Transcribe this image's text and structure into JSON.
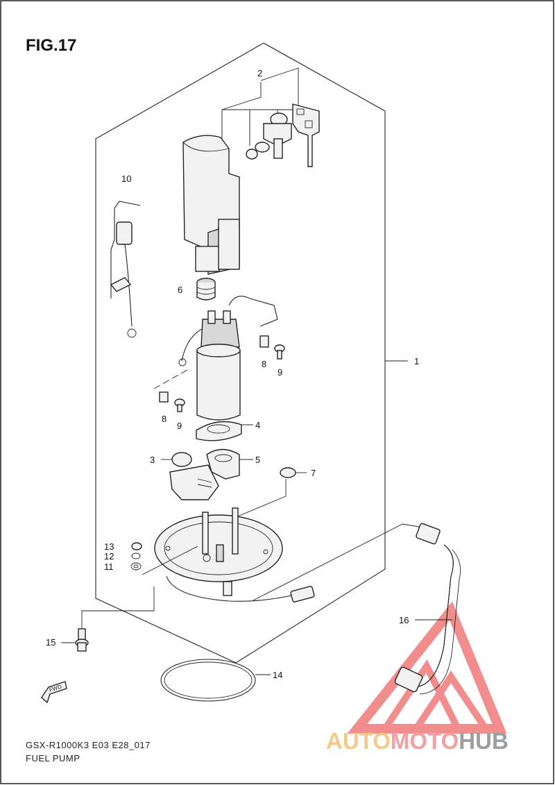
{
  "figure": {
    "title": "FIG.17",
    "model_code": "GSX-R1000K3 E03 E28_017",
    "name": "FUEL PUMP"
  },
  "direction_tag": "FWD",
  "callouts": [
    {
      "id": "c1",
      "label": "1"
    },
    {
      "id": "c2",
      "label": "2"
    },
    {
      "id": "c3",
      "label": "3"
    },
    {
      "id": "c4",
      "label": "4"
    },
    {
      "id": "c5",
      "label": "5"
    },
    {
      "id": "c6",
      "label": "6"
    },
    {
      "id": "c7",
      "label": "7"
    },
    {
      "id": "c8a",
      "label": "8"
    },
    {
      "id": "c8b",
      "label": "8"
    },
    {
      "id": "c9a",
      "label": "9"
    },
    {
      "id": "c9b",
      "label": "9"
    },
    {
      "id": "c10",
      "label": "10"
    },
    {
      "id": "c11",
      "label": "11"
    },
    {
      "id": "c12",
      "label": "12"
    },
    {
      "id": "c13",
      "label": "13"
    },
    {
      "id": "c14",
      "label": "14"
    },
    {
      "id": "c15",
      "label": "15"
    },
    {
      "id": "c16",
      "label": "16"
    }
  ],
  "watermark": {
    "part1": "AUTO",
    "part2": "MOTO",
    "part3": "HUB",
    "colors": {
      "part1": "#f6c98b",
      "part2": "#f3a0a0",
      "part3": "#9e9e9e",
      "logo": "#f07a7a"
    }
  }
}
